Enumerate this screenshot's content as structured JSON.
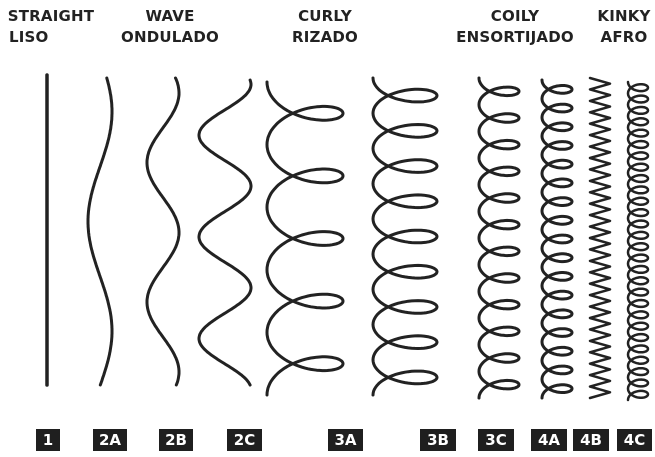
{
  "categories": [
    {
      "id": "straight",
      "en": "STRAIGHT",
      "es": "LISO"
    },
    {
      "id": "wave",
      "en": "WAVE",
      "es": "ONDULADO"
    },
    {
      "id": "curly",
      "en": "CURLY",
      "es": "RIZADO"
    },
    {
      "id": "coily",
      "en": "COILY",
      "es": "ENSORTIJADO"
    },
    {
      "id": "kinky",
      "en": "KINKY",
      "es": "AFRO"
    }
  ],
  "types": [
    "1",
    "2A",
    "2B",
    "2C",
    "3A",
    "3B",
    "3C",
    "4A",
    "4B",
    "4C"
  ],
  "colors": {
    "strand": "#222222",
    "badge_bg": "#1f1f1f",
    "badge_text": "#ffffff"
  }
}
